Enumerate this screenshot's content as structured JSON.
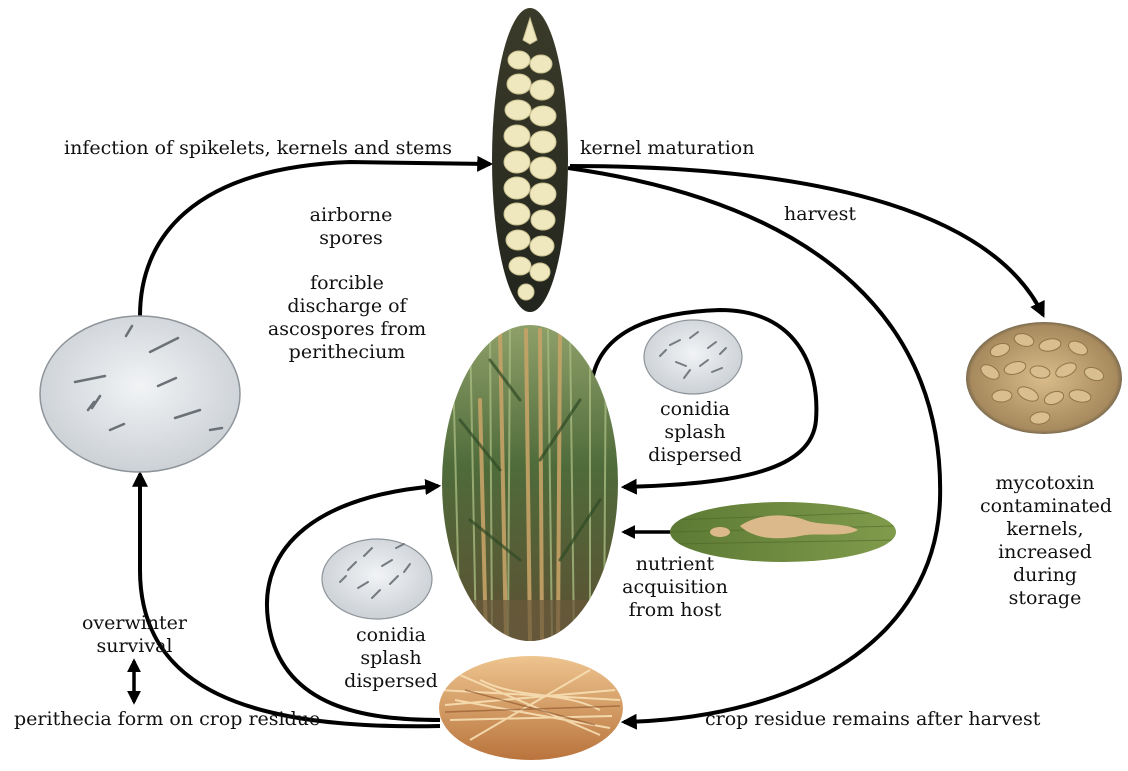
{
  "labels": {
    "infection": "infection of spikelets, kernels and stems",
    "kernel_maturation": "kernel maturation",
    "airborne_1": "airborne",
    "airborne_2": "spores",
    "harvest": "harvest",
    "forcible_1": "forcible",
    "forcible_2": "discharge of",
    "forcible_3": "ascospores from",
    "forcible_4": "perithecium",
    "conidia_top_1": "conidia",
    "conidia_top_2": "splash",
    "conidia_top_3": "dispersed",
    "nutrient_1": "nutrient",
    "nutrient_2": "acquisition",
    "nutrient_3": "from host",
    "conidia_bot_1": "conidia",
    "conidia_bot_2": "splash",
    "conidia_bot_3": "dispersed",
    "myco_1": "mycotoxin",
    "myco_2": "contaminated",
    "myco_3": "kernels,",
    "myco_4": "increased",
    "myco_5": "during",
    "myco_6": "storage",
    "overwinter_1": "overwinter",
    "overwinter_2": "survival",
    "perithecia_form": "perithecia form on crop residue",
    "crop_residue": "crop residue remains after harvest"
  },
  "colors": {
    "arrow": "#000000",
    "microscope_bg": "#dfe3e7",
    "wheat_stand": "#4f6b3a",
    "straw": "#d8a064",
    "kernels": "#c9a975",
    "leaf": "#6f8a3f",
    "lesion": "#d7b487",
    "spike": "#f2ecc6"
  }
}
